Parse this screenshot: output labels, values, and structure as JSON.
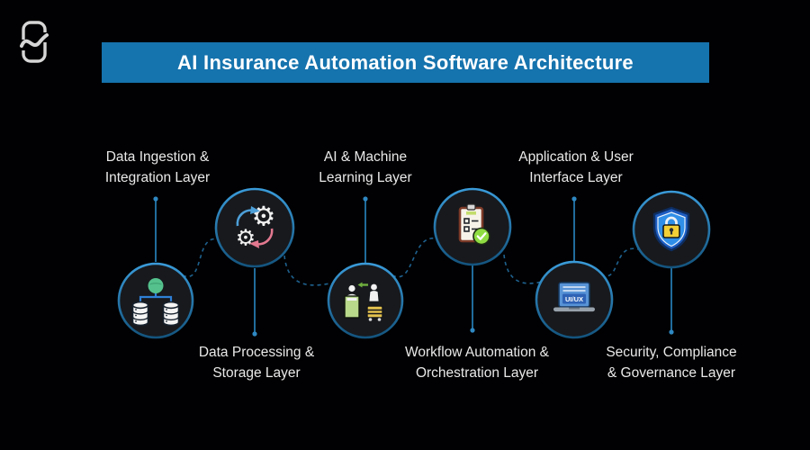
{
  "header": {
    "title": "AI Insurance Automation Software Architecture"
  },
  "logo": {
    "icon": "wave-ribbon-logo-icon"
  },
  "nodes": [
    {
      "id": "data-ingestion",
      "label_lines": [
        "Data Ingestion &",
        "Integration Layer"
      ],
      "label_position": "top",
      "icon": "database-network-icon"
    },
    {
      "id": "data-processing",
      "label_lines": [
        "Data Processing &",
        "Storage Layer"
      ],
      "label_position": "bottom",
      "icon": "gears-cycle-icon"
    },
    {
      "id": "ai-ml",
      "label_lines": [
        "AI & Machine",
        "Learning Layer"
      ],
      "label_position": "top",
      "icon": "service-desk-icon"
    },
    {
      "id": "workflow",
      "label_lines": [
        "Workflow Automation &",
        "Orchestration Layer"
      ],
      "label_position": "bottom",
      "icon": "checklist-clipboard-icon"
    },
    {
      "id": "application-ui",
      "label_lines": [
        "Application & User",
        "Interface Layer"
      ],
      "label_position": "top",
      "icon": "uiux-laptop-icon",
      "icon_text": "UI/UX"
    },
    {
      "id": "security",
      "label_lines": [
        "Security, Compliance",
        "& Governance Layer"
      ],
      "label_position": "bottom",
      "icon": "shield-lock-icon"
    }
  ],
  "connections": [
    [
      "data-ingestion",
      "data-processing"
    ],
    [
      "data-processing",
      "ai-ml"
    ],
    [
      "ai-ml",
      "workflow"
    ],
    [
      "workflow",
      "application-ui"
    ],
    [
      "application-ui",
      "security"
    ]
  ],
  "colors": {
    "background": "#010103",
    "title_bar": "#1573ad",
    "title_text": "#ffffff",
    "label_text": "#e9e9e9",
    "node_fill": "#17191d",
    "node_ring_top": "#3a9bd9",
    "node_ring_bottom": "#14547e",
    "connector_solid": "#2478ad",
    "connector_dashed": "#1e618e"
  }
}
